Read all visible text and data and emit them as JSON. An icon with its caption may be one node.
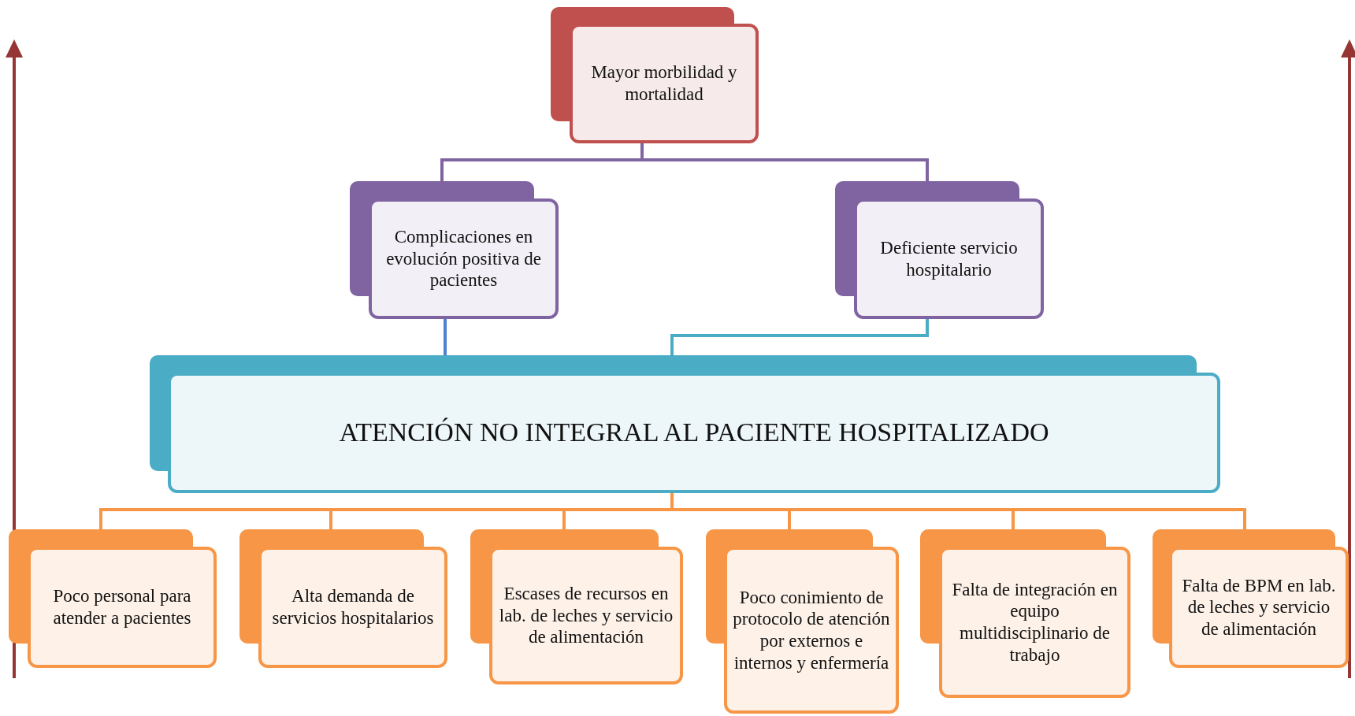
{
  "diagram": {
    "nodes": [
      {
        "text": [
          "Mayor morbilidad y mortalidad"
        ]
      },
      {
        "text": [
          "Complicaciones en evolución positiva de pacientes"
        ]
      },
      {
        "text": [
          "Deficiente servicio hospitalario"
        ]
      },
      {
        "text": [
          "ATENCIÓN NO INTEGRAL AL PACIENTE HOSPITALIZADO"
        ]
      },
      {
        "text": [
          "Poco personal para atender a pacientes"
        ]
      },
      {
        "text": [
          "Alta demanda de servicios hospitalarios"
        ]
      },
      {
        "text": [
          "Escases de recursos en lab. de leches y servicio de alimentación"
        ]
      },
      {
        "text": [
          "Poco conimiento de protocolo de atención por externos e internos y enfermería"
        ]
      },
      {
        "text": [
          "Falta de integración en equipo multidisciplinario de trabajo"
        ]
      },
      {
        "text": [
          "Falta de BPM en lab. de leches y servicio de alimentación"
        ]
      }
    ],
    "edges": [
      {
        "from": 1,
        "to": 0,
        "arrow": "none",
        "color": "#8064a2"
      },
      {
        "from": 2,
        "to": 0,
        "arrow": "none",
        "color": "#8064a2"
      },
      {
        "from": 3,
        "to": 1,
        "arrow": "none",
        "color": "#4f81d0"
      },
      {
        "from": 3,
        "to": 2,
        "arrow": "none",
        "color": "#4bacc6"
      },
      {
        "from": 4,
        "to": 3,
        "arrow": "none"
      },
      {
        "from": 5,
        "to": 3,
        "arrow": "none"
      },
      {
        "from": 6,
        "to": 3,
        "arrow": "none"
      },
      {
        "from": 7,
        "to": 3,
        "arrow": "none"
      },
      {
        "from": 8,
        "to": 3,
        "arrow": "none"
      },
      {
        "from": 9,
        "to": 3,
        "arrow": "none"
      }
    ]
  }
}
